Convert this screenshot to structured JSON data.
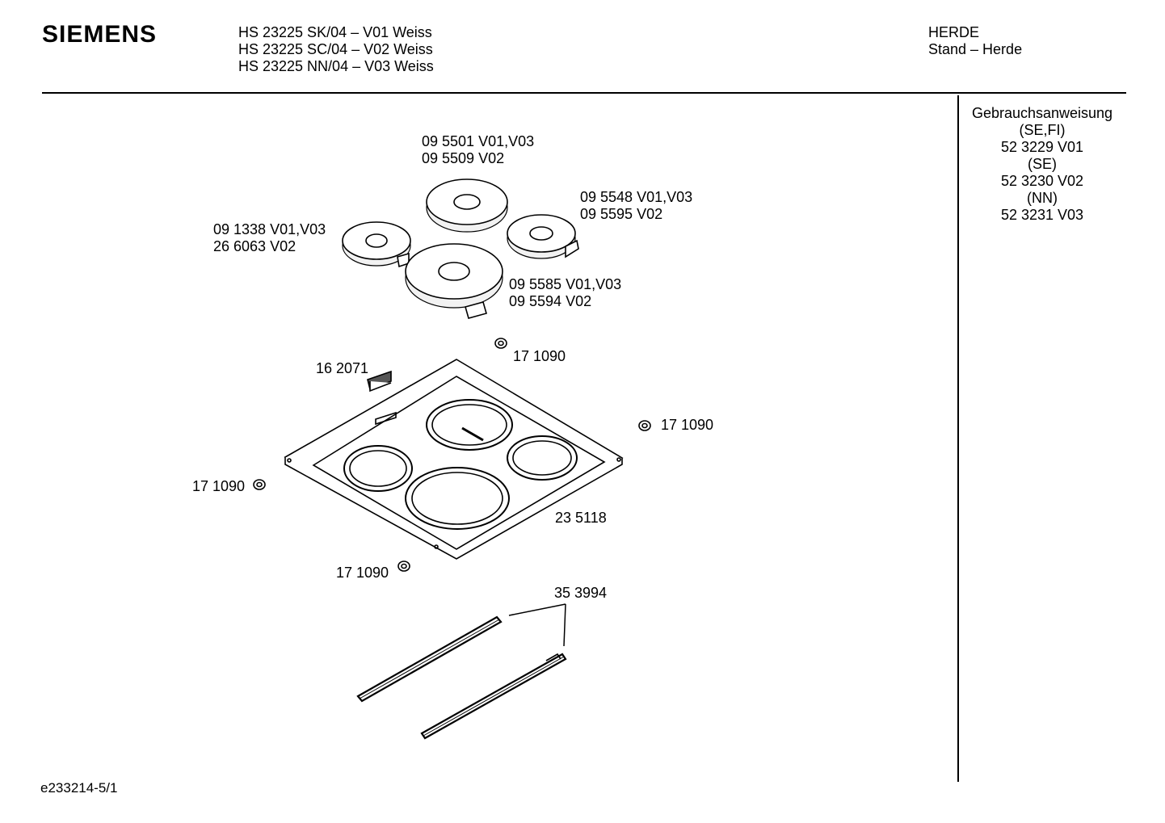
{
  "header": {
    "brand": "SIEMENS",
    "models": [
      "HS 23225 SK/04 – V01 Weiss",
      "HS 23225 SC/04 – V02 Weiss",
      "HS 23225 NN/04 – V03 Weiss"
    ],
    "category": "HERDE",
    "subcategory": "Stand – Herde"
  },
  "sidebar": {
    "lines": [
      "Gebrauchsanweisung",
      "(SE,FI)",
      "52 3229 V01",
      "(SE)",
      "52 3230 V02",
      "(NN)",
      "52 3231 V03"
    ]
  },
  "parts": {
    "rear_hotplate": [
      "09 5501 V01,V03",
      "09 5509  V02"
    ],
    "right_hotplate": [
      "09 5548 V01,V03",
      "09 5595  V02"
    ],
    "left_hotplate": [
      "09 1338 V01,V03",
      "26 6063  V02"
    ],
    "front_hotplate": [
      "09 5585 V01,V03",
      "09 5594  V02"
    ],
    "clip_top": "17 1090",
    "clip_right": "17 1090",
    "clip_left": "17 1090",
    "clip_bottom": "17 1090",
    "cover_part": "16 2071",
    "hob_frame": "23 5118",
    "rails": "35 3994"
  },
  "footer": {
    "doc_id": "e233214-5/1"
  }
}
